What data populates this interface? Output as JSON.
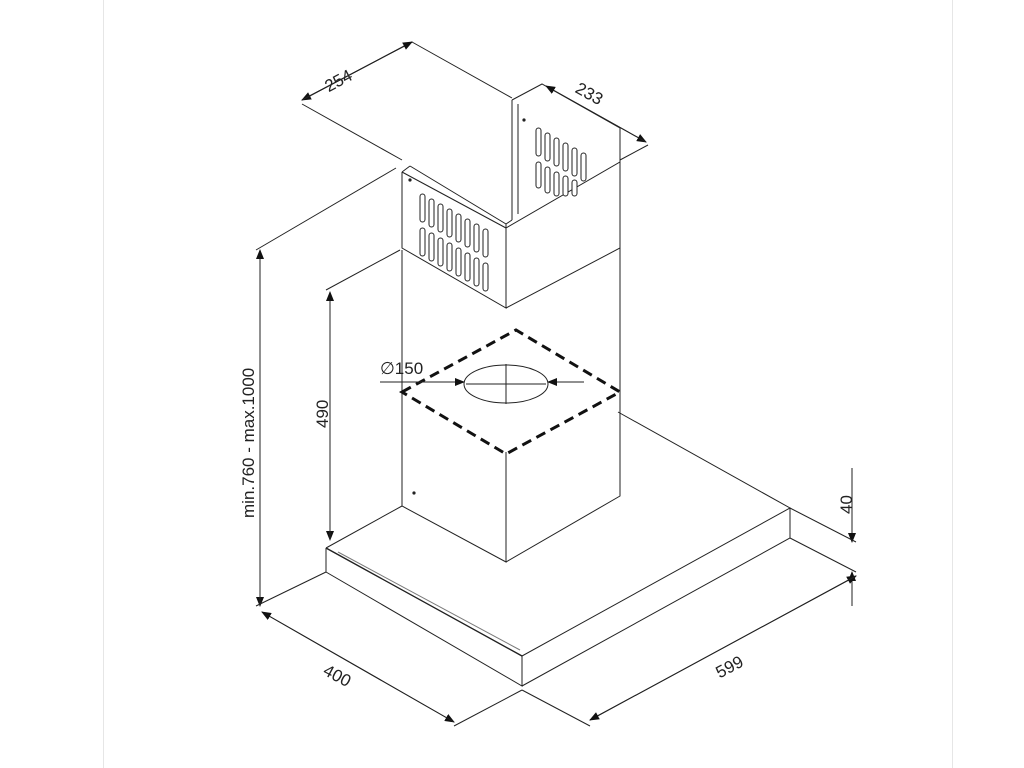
{
  "diagram": {
    "dimensions": {
      "top_depth": "254",
      "top_width": "233",
      "diameter": "∅150",
      "chimney_height": "490",
      "total_height": "min.760 - max.1000",
      "hood_thickness": "40",
      "hood_depth": "400",
      "hood_width": "599"
    }
  }
}
